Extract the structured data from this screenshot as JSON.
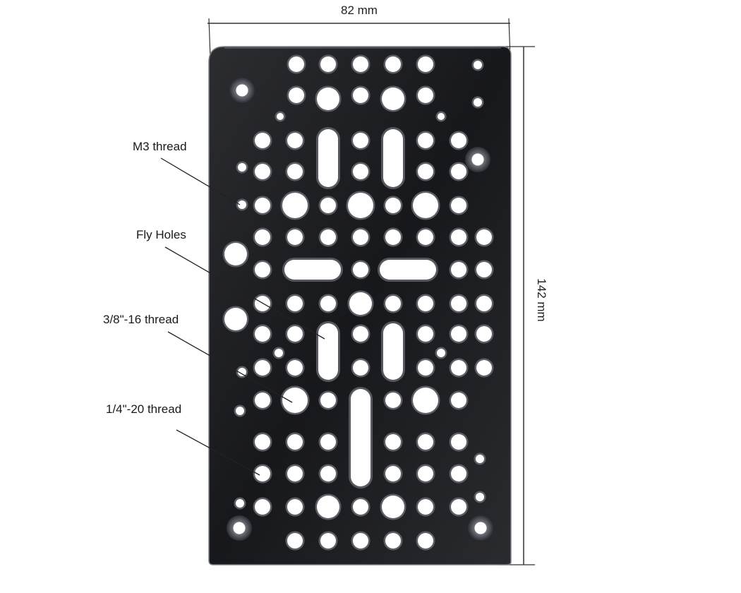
{
  "dimensions": {
    "width_label": "82 mm",
    "height_label": "142 mm"
  },
  "labels": {
    "m3": "M3 thread",
    "fly": "Fly Holes",
    "thread_38": "3/8\"-16 thread",
    "thread_14": "1/4\"-20 thread"
  },
  "colors": {
    "plate_dark": "#1b1c1f",
    "plate_mid": "#3a3b40",
    "edge_highlight": "#8a8d94",
    "hole": "#ffffff",
    "line": "#2a2a2a"
  }
}
